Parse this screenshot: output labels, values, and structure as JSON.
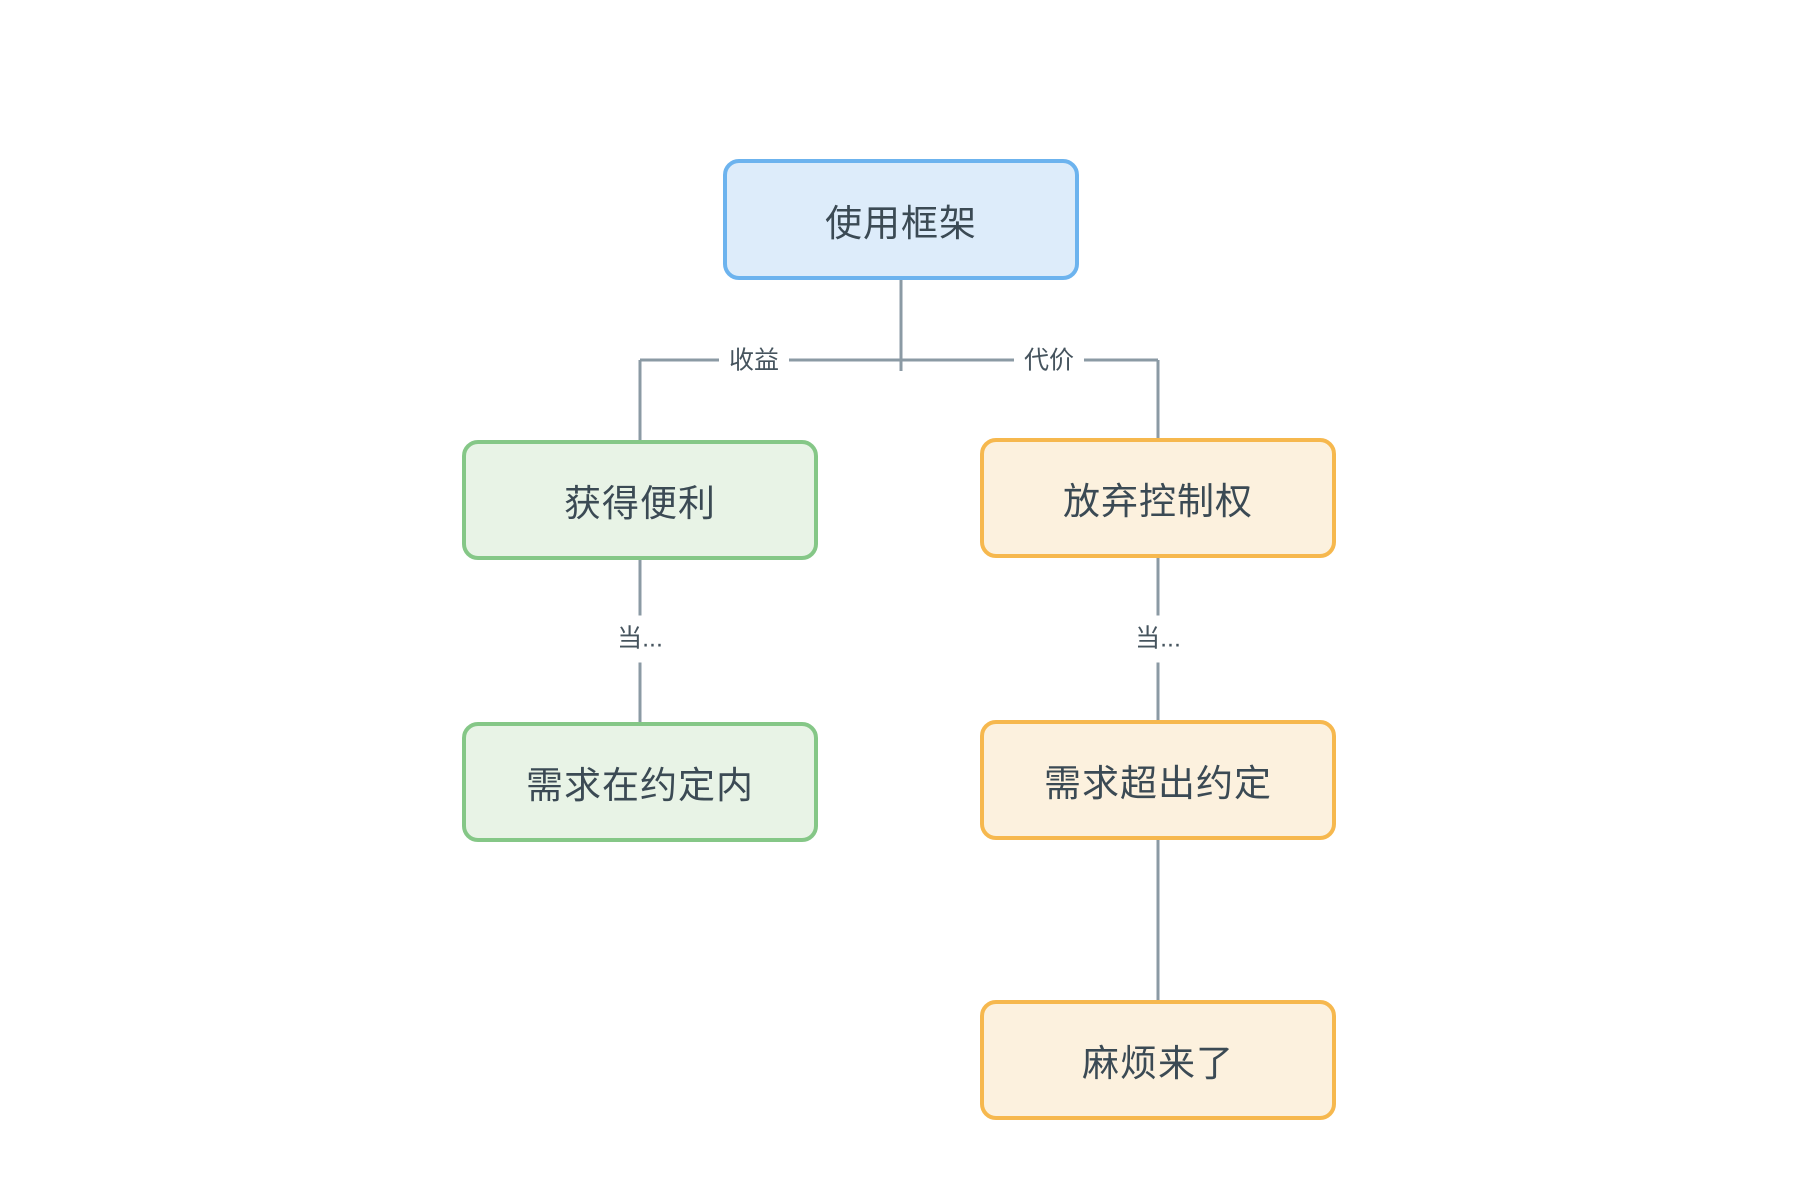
{
  "diagram": {
    "nodes": {
      "root": {
        "label": "使用框架",
        "style": "blue"
      },
      "benefit": {
        "label": "获得便利",
        "style": "green"
      },
      "cost": {
        "label": "放弃控制权",
        "style": "orange"
      },
      "within": {
        "label": "需求在约定内",
        "style": "green"
      },
      "beyond": {
        "label": "需求超出约定",
        "style": "orange"
      },
      "trouble": {
        "label": "麻烦来了",
        "style": "orange"
      }
    },
    "edge_labels": {
      "benefit": "收益",
      "cost": "代价",
      "when_benefit": "当...",
      "when_cost": "当..."
    },
    "colors": {
      "blue_border": "#6cb3ee",
      "blue_fill": "#ddecfa",
      "green_border": "#85c787",
      "green_fill": "#e8f3e6",
      "orange_border": "#f6b84e",
      "orange_fill": "#fcf1de",
      "line": "#8b9aa4",
      "node_text": "#3b4a54",
      "edge_label_text": "#46545e",
      "background": "#ffffff"
    }
  }
}
